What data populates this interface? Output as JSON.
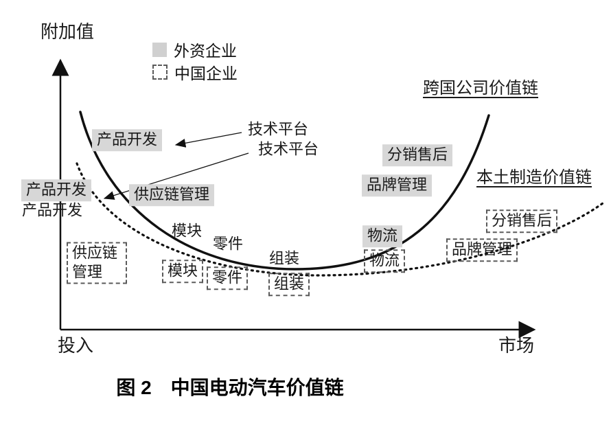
{
  "axes": {
    "y_label": "附加值",
    "x_left_label": "投入",
    "x_right_label": "市场"
  },
  "legend": {
    "foreign_label": "外资企业",
    "chinese_label": "中国企业"
  },
  "curves": {
    "solid_curve_label": "跨国公司价值链",
    "dotted_curve_label": "本土制造价值链"
  },
  "labels": {
    "product_dev_top": "产品开发",
    "tech_platform_line1": "技术平台",
    "tech_platform_line2": "技术平台",
    "distribution_aftersales_foreign": "分销售后",
    "brand_mgmt_foreign": "品牌管理",
    "product_dev_left_foreign": "产品开发",
    "product_dev_left_plain": "产品开发",
    "scm_foreign": "供应链管理",
    "distribution_aftersales_cn": "分销售后",
    "module_plain": "模块",
    "parts_plain": "零件",
    "logistics_foreign": "物流",
    "logistics_cn": "物流",
    "brand_mgmt_cn": "品牌管理",
    "scm_cn": "供应链 管理",
    "module_cn": "模块",
    "assembly_plain": "组装",
    "parts_cn": "零件",
    "assembly_cn": "组装"
  },
  "caption": "图 2　中国电动汽车价值链",
  "colors": {
    "highlight_gray": "#d7d7d7",
    "curve_black": "#111111"
  }
}
